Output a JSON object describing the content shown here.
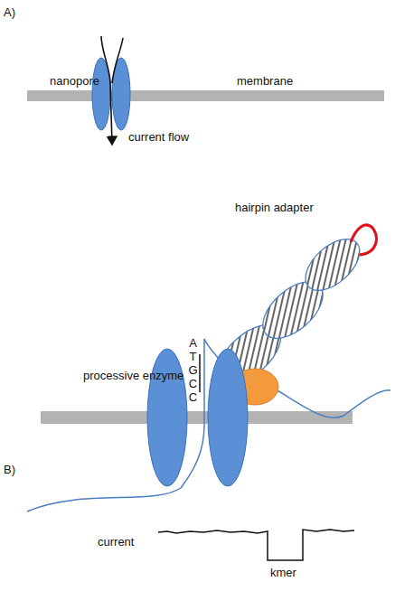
{
  "diagram": {
    "labels": [
      "A)",
      "nanopore",
      "membrane",
      "current flow",
      "hairpin adapter",
      "processive enzyme",
      "B)",
      "A T G C C",
      "current",
      "kmer"
    ]
  }
}
